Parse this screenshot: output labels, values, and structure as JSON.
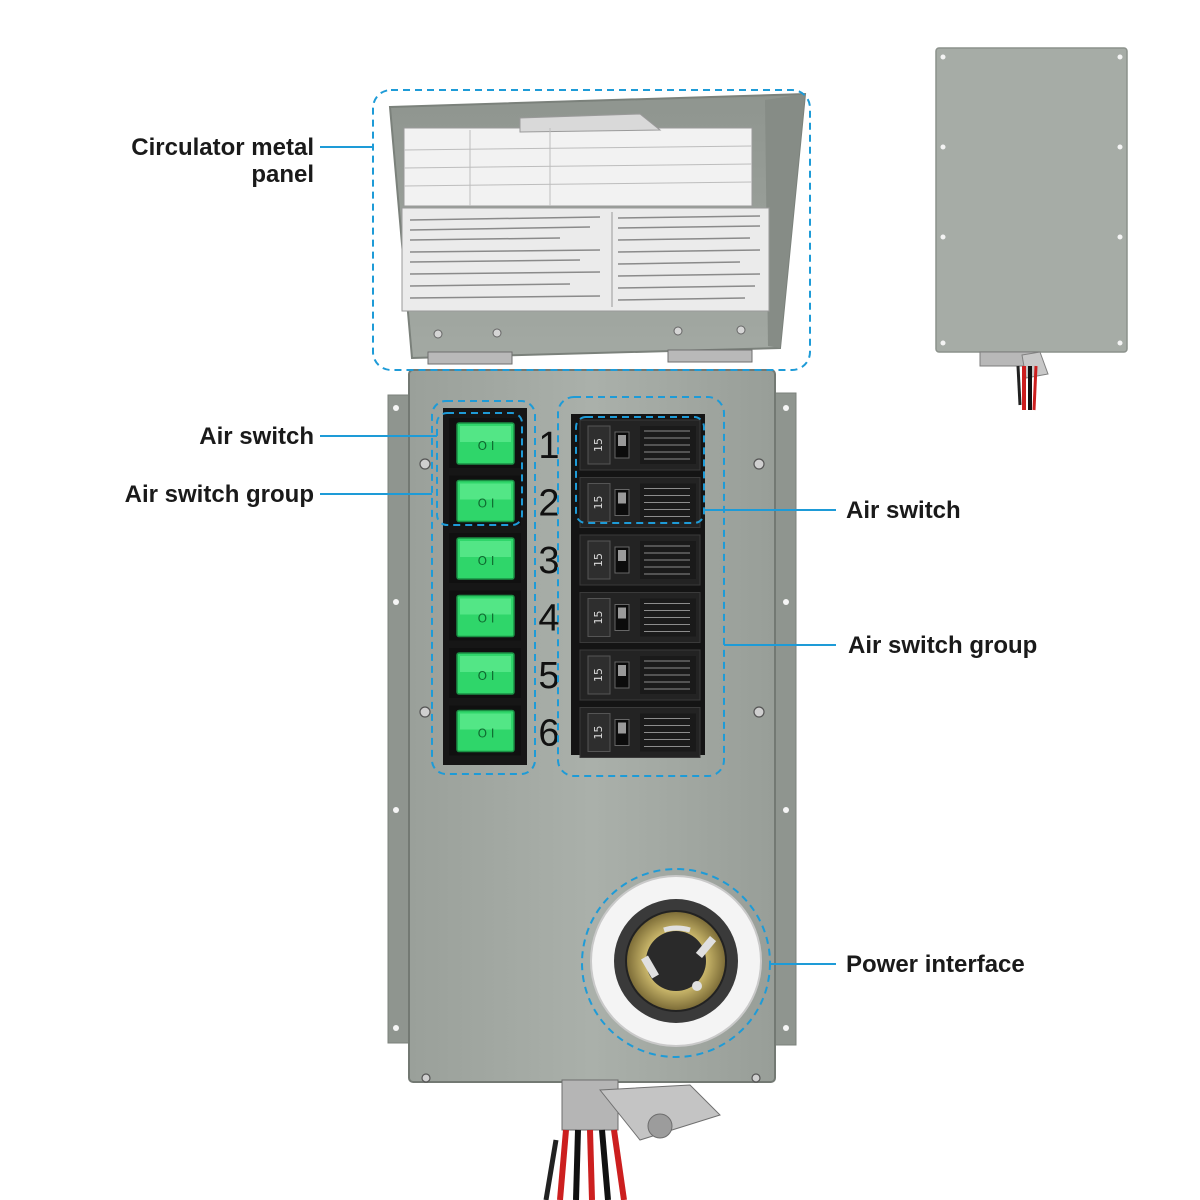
{
  "labels": {
    "circulator_panel": "Circulator metal panel",
    "air_switch_left": "Air switch",
    "air_switch_group_left": "Air switch group",
    "air_switch_right": "Air switch",
    "air_switch_group_right": "Air switch group",
    "power_interface": "Power interface"
  },
  "circuits": [
    {
      "number": "1",
      "rating": "15"
    },
    {
      "number": "2",
      "rating": "15"
    },
    {
      "number": "3",
      "rating": "15"
    },
    {
      "number": "4",
      "rating": "15"
    },
    {
      "number": "5",
      "rating": "15"
    },
    {
      "number": "6",
      "rating": "15"
    }
  ],
  "rocker_marks": "O I",
  "colors": {
    "callout": "#1e9bd7",
    "enclosure": "#a4aaa4",
    "rocker_green": "#2fd66a",
    "breaker": "#1c1c1c",
    "label_text": "#1a1a1a"
  }
}
